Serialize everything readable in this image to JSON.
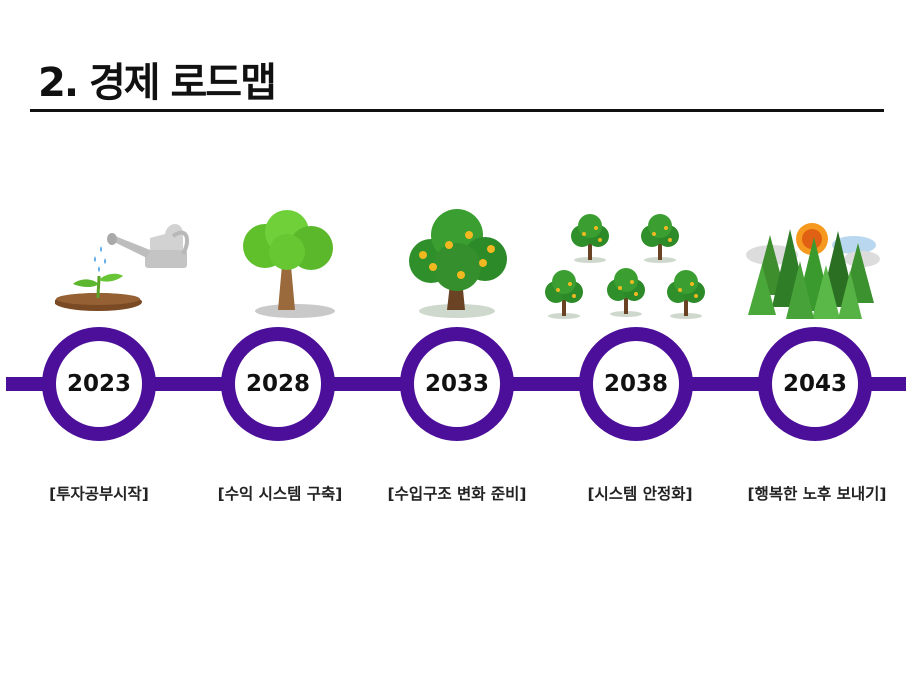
{
  "title": "2. 경제 로드맵",
  "milestones": [
    {
      "year": "2023",
      "label": "[투자공부시작]",
      "illustration": "watering-seedling"
    },
    {
      "year": "2028",
      "label": "[수익 시스템 구축]",
      "illustration": "young-tree"
    },
    {
      "year": "2033",
      "label": "[수입구조 변화 준비]",
      "illustration": "fruit-tree"
    },
    {
      "year": "2038",
      "label": "[시스템 안정화]",
      "illustration": "fruit-tree-grove"
    },
    {
      "year": "2043",
      "label": "[행복한 노후 보내기]",
      "illustration": "sunset-forest"
    }
  ],
  "colors": {
    "timeline": "#4b0f9a",
    "title_rule": "#111111"
  }
}
